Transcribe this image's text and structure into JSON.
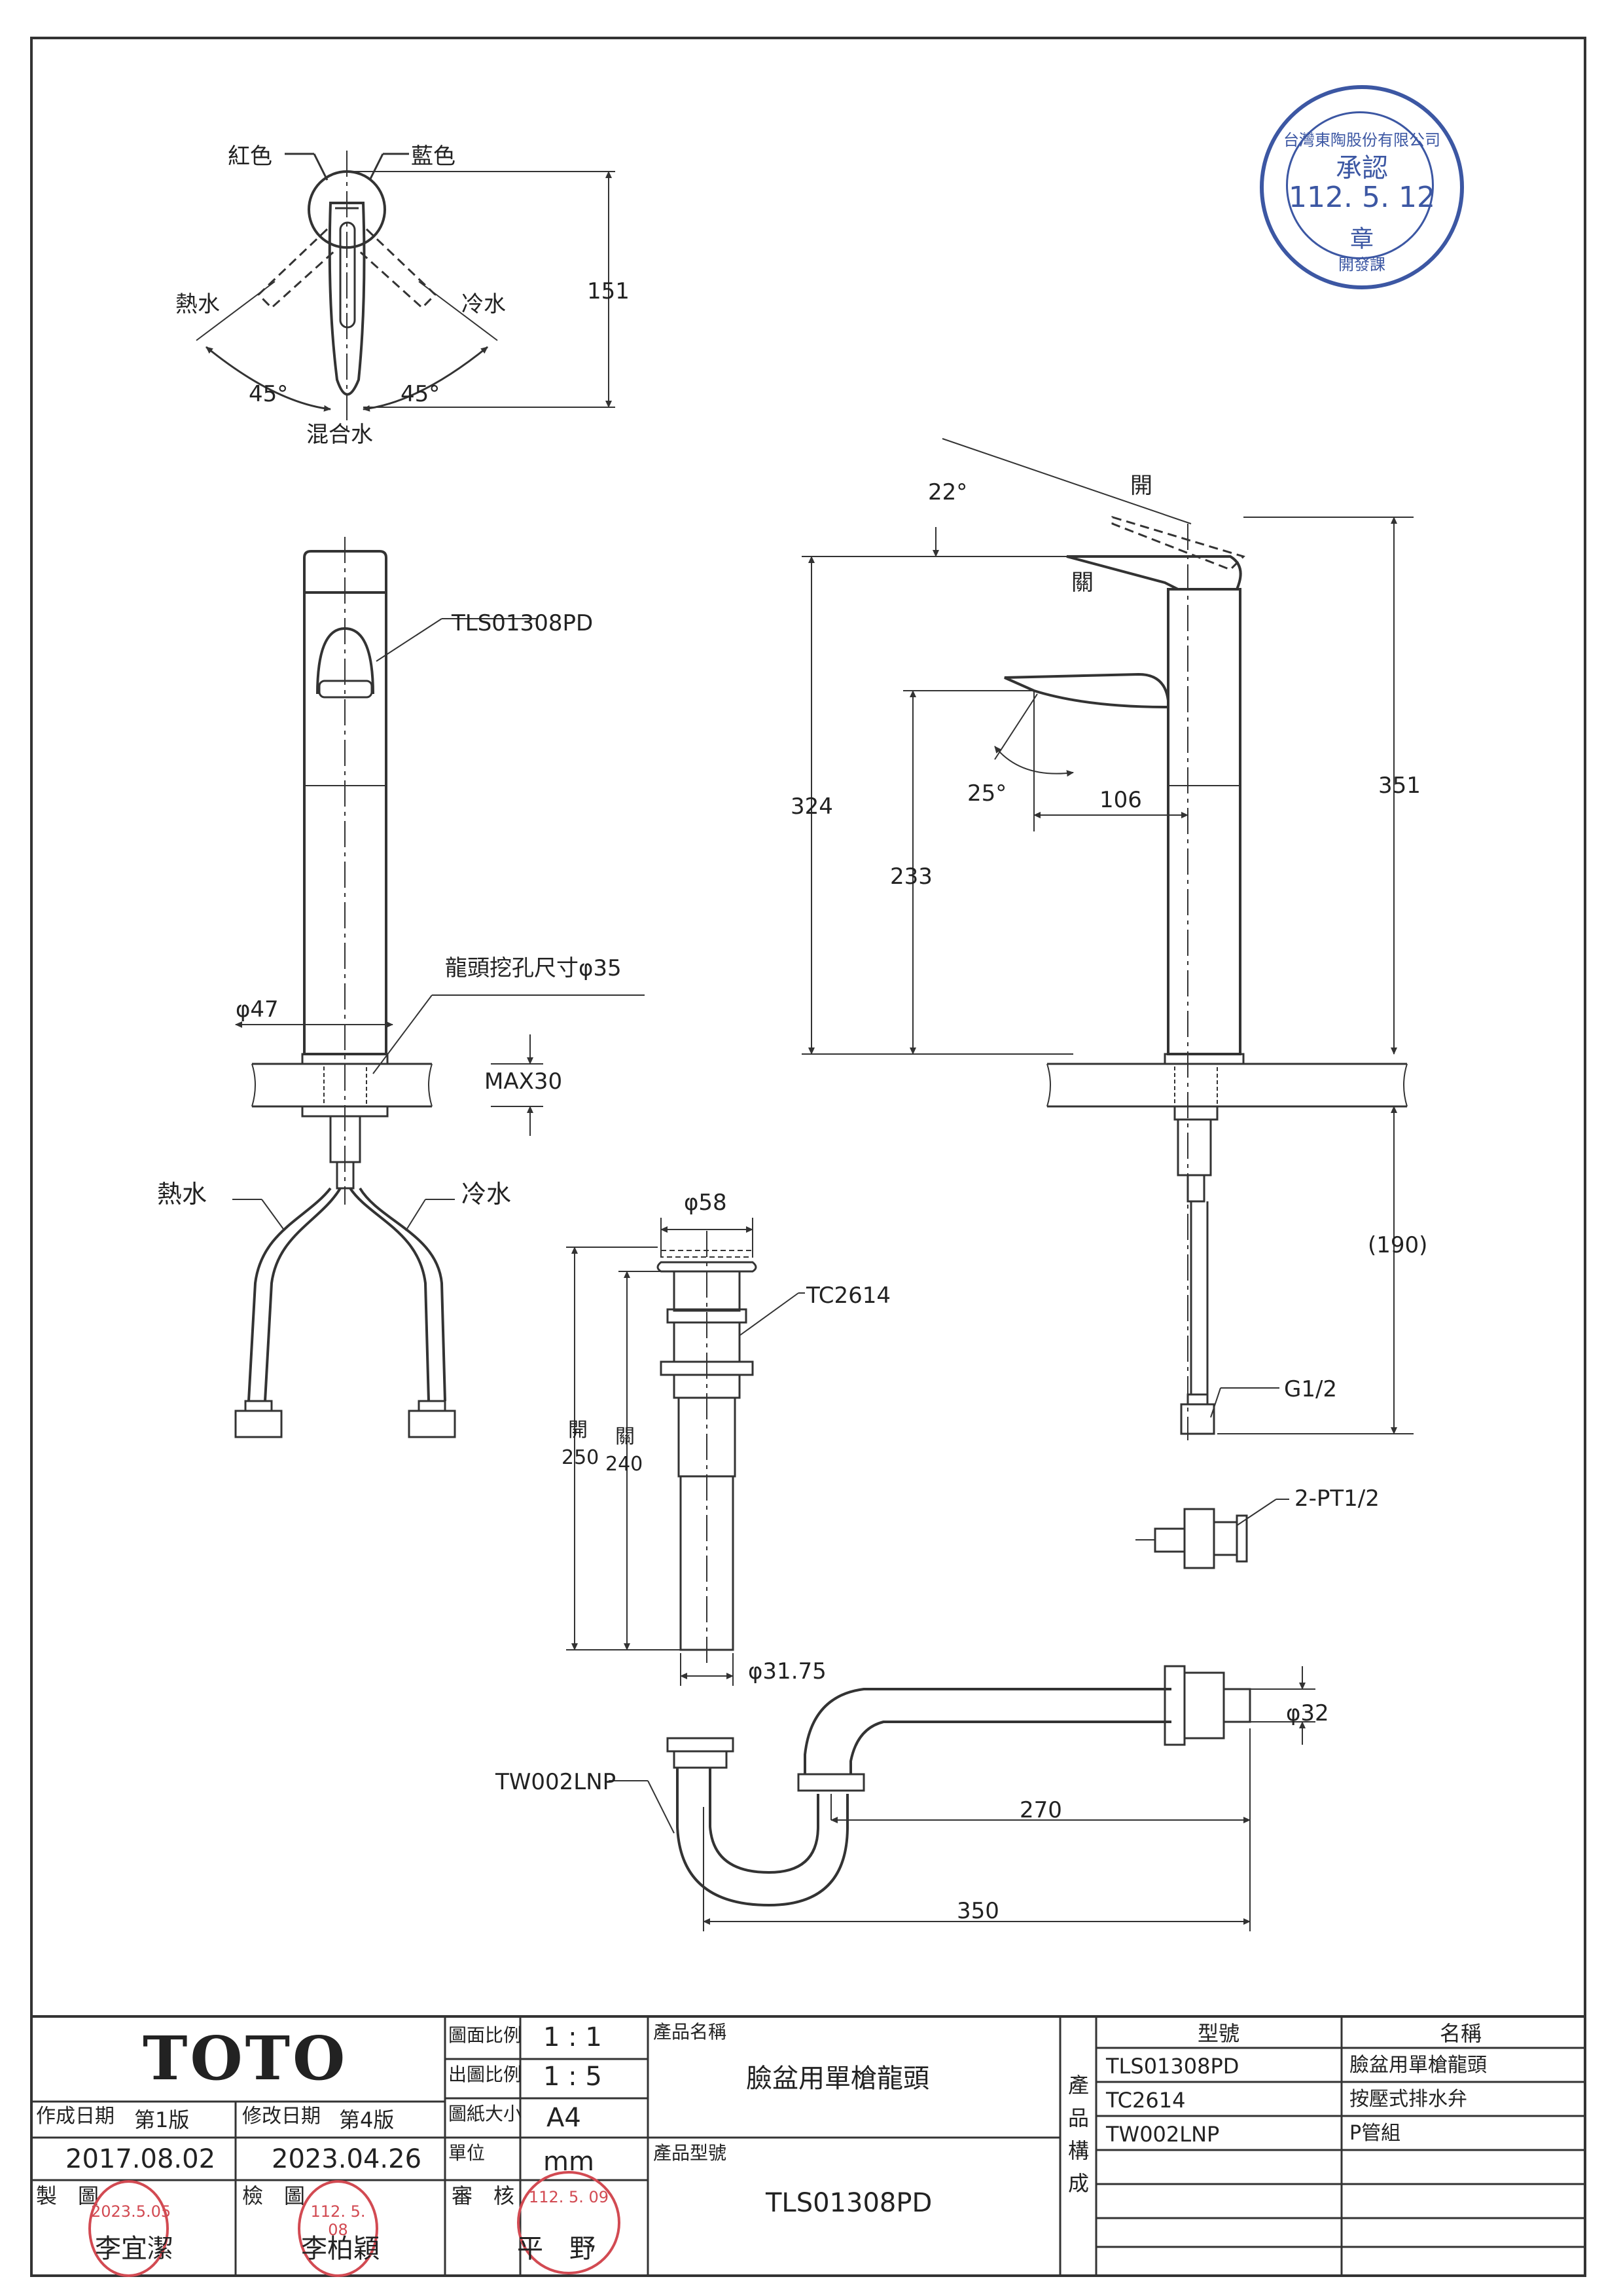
{
  "plan_view": {
    "red_label": "紅色",
    "blue_label": "藍色",
    "hot_label": "熱水",
    "cold_label": "冷水",
    "angle_left": "45°",
    "angle_right": "45°",
    "mix_label": "混合水",
    "height_dim": "151"
  },
  "front_view": {
    "model_callout": "TLS01308PD",
    "hole_callout": "龍頭挖孔尺寸φ35",
    "body_dia": "φ47",
    "max_thickness": "MAX30",
    "hot_hose": "熱水",
    "cold_hose": "冷水"
  },
  "side_view": {
    "lever_angle": "22°",
    "open_label": "開",
    "closed_label": "關",
    "spout_angle": "25°",
    "reach": "106",
    "height_left": "324",
    "spout_height": "233",
    "total_height": "351",
    "hose_length": "(190)",
    "thread": "G1/2"
  },
  "angle_valve": {
    "callout": "2-PT1/2"
  },
  "drain": {
    "top_dia": "φ58",
    "model": "TC2614",
    "open_label": "開",
    "open_len": "250",
    "closed_label": "關",
    "closed_len": "240",
    "tail_dia": "φ31.75"
  },
  "ptrap": {
    "model": "TW002LNP",
    "outlet_dia": "φ32",
    "len_a": "270",
    "len_b": "350"
  },
  "approval_stamp": {
    "company": "台灣東陶股份有限公司",
    "word": "承認",
    "date": "112. 5. 12",
    "seal": "章",
    "dept": "開發課"
  },
  "title_block": {
    "brand": "TOTO",
    "created_label": "作成日期",
    "created_version": "第1版",
    "created_date": "2017.08.02",
    "revised_label": "修改日期",
    "revised_version": "第4版",
    "revised_date": "2023.04.26",
    "drawn_label": "製　圖",
    "drawn_name": "李宜潔",
    "drawn_stamp_date": "2023.5.05",
    "checked_label": "檢　圖",
    "checked_name": "李柏穎",
    "checked_stamp_date": "112. 5. 08",
    "approved_label": "審　核",
    "approved_name": "平　野",
    "approved_stamp_date": "112. 5. 09",
    "scale_drawing_label": "圖面比例",
    "scale_drawing": "1 : 1",
    "scale_print_label": "出圖比例",
    "scale_print": "1 : 5",
    "paper_label": "圖紙大小",
    "paper": "A4",
    "unit_label": "單位",
    "unit": "mm",
    "product_name_label": "產品名稱",
    "product_name": "臉盆用單槍龍頭",
    "product_no_label": "產品型號",
    "product_no": "TLS01308PD",
    "composition_label": "產品構成",
    "col_model": "型號",
    "col_name": "名稱",
    "components": [
      {
        "model": "TLS01308PD",
        "name": "臉盆用單槍龍頭"
      },
      {
        "model": "TC2614",
        "name": "按壓式排水弁"
      },
      {
        "model": "TW002LNP",
        "name": "P管組"
      }
    ]
  }
}
